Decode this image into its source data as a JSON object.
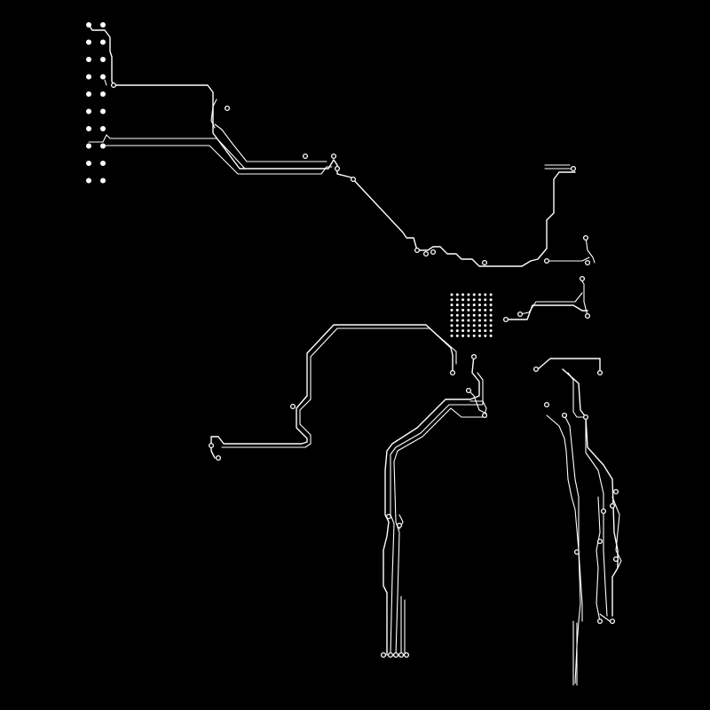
{
  "view": {
    "background": "#000000",
    "copper_color": "#ffffff",
    "description_visible_text": ""
  },
  "components": {
    "header_connector": {
      "rows": 10,
      "cols": 2,
      "icon": "pad-icon"
    },
    "bga_chip": {
      "rows": 9,
      "cols": 8,
      "icon": "bga-ball-icon"
    }
  }
}
